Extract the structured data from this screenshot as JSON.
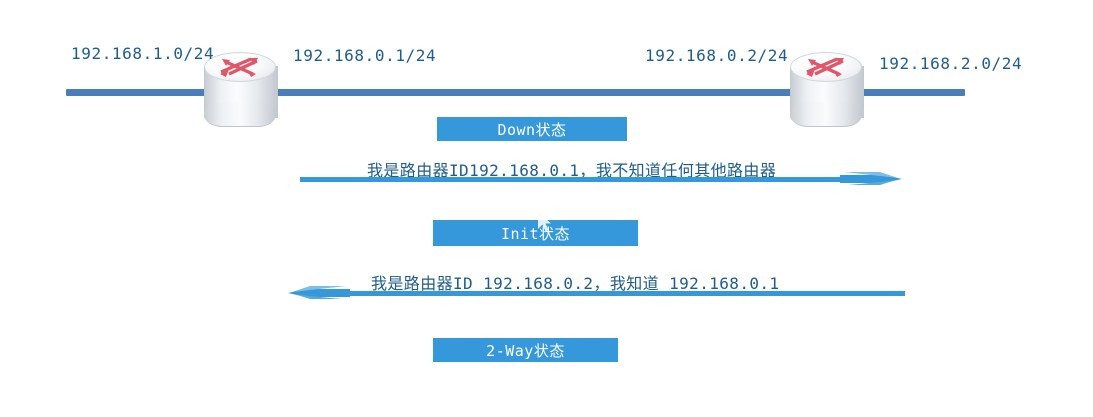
{
  "diagram": {
    "title": "OSPF neighbor state machine diagram",
    "colors": {
      "trunk_blue": "#4a7ebb",
      "accent_blue": "#3498db",
      "text_blue": "#1f5c8b",
      "router_red": "#e2566a",
      "badge_text": "#ffffff",
      "background": "#ffffff"
    },
    "trunk": {
      "name": "network-backbone-line"
    },
    "routers": [
      {
        "id": "router-left",
        "icon": "router-icon",
        "left_label": "192.168.1.0/24",
        "right_label": "192.168.0.1/24"
      },
      {
        "id": "router-right",
        "icon": "router-icon",
        "left_label": "192.168.0.2/24",
        "right_label": "192.168.2.0/24"
      }
    ],
    "address_labels": [
      {
        "text": "192.168.1.0/24"
      },
      {
        "text": "192.168.0.1/24"
      },
      {
        "text": "192.168.0.2/24"
      },
      {
        "text": "192.168.2.0/24"
      }
    ],
    "states": [
      {
        "label": "Down状态"
      },
      {
        "label": "Init状态"
      },
      {
        "label": "2-Way状态"
      }
    ],
    "messages": [
      {
        "text": "我是路由器ID192.168.0.1，我不知道任何其他路由器",
        "direction": "right",
        "icon": "arrow-right-icon"
      },
      {
        "text": "我是路由器ID 192.168.0.2，我知道 192.168.0.1",
        "direction": "left",
        "icon": "arrow-left-icon"
      }
    ]
  }
}
